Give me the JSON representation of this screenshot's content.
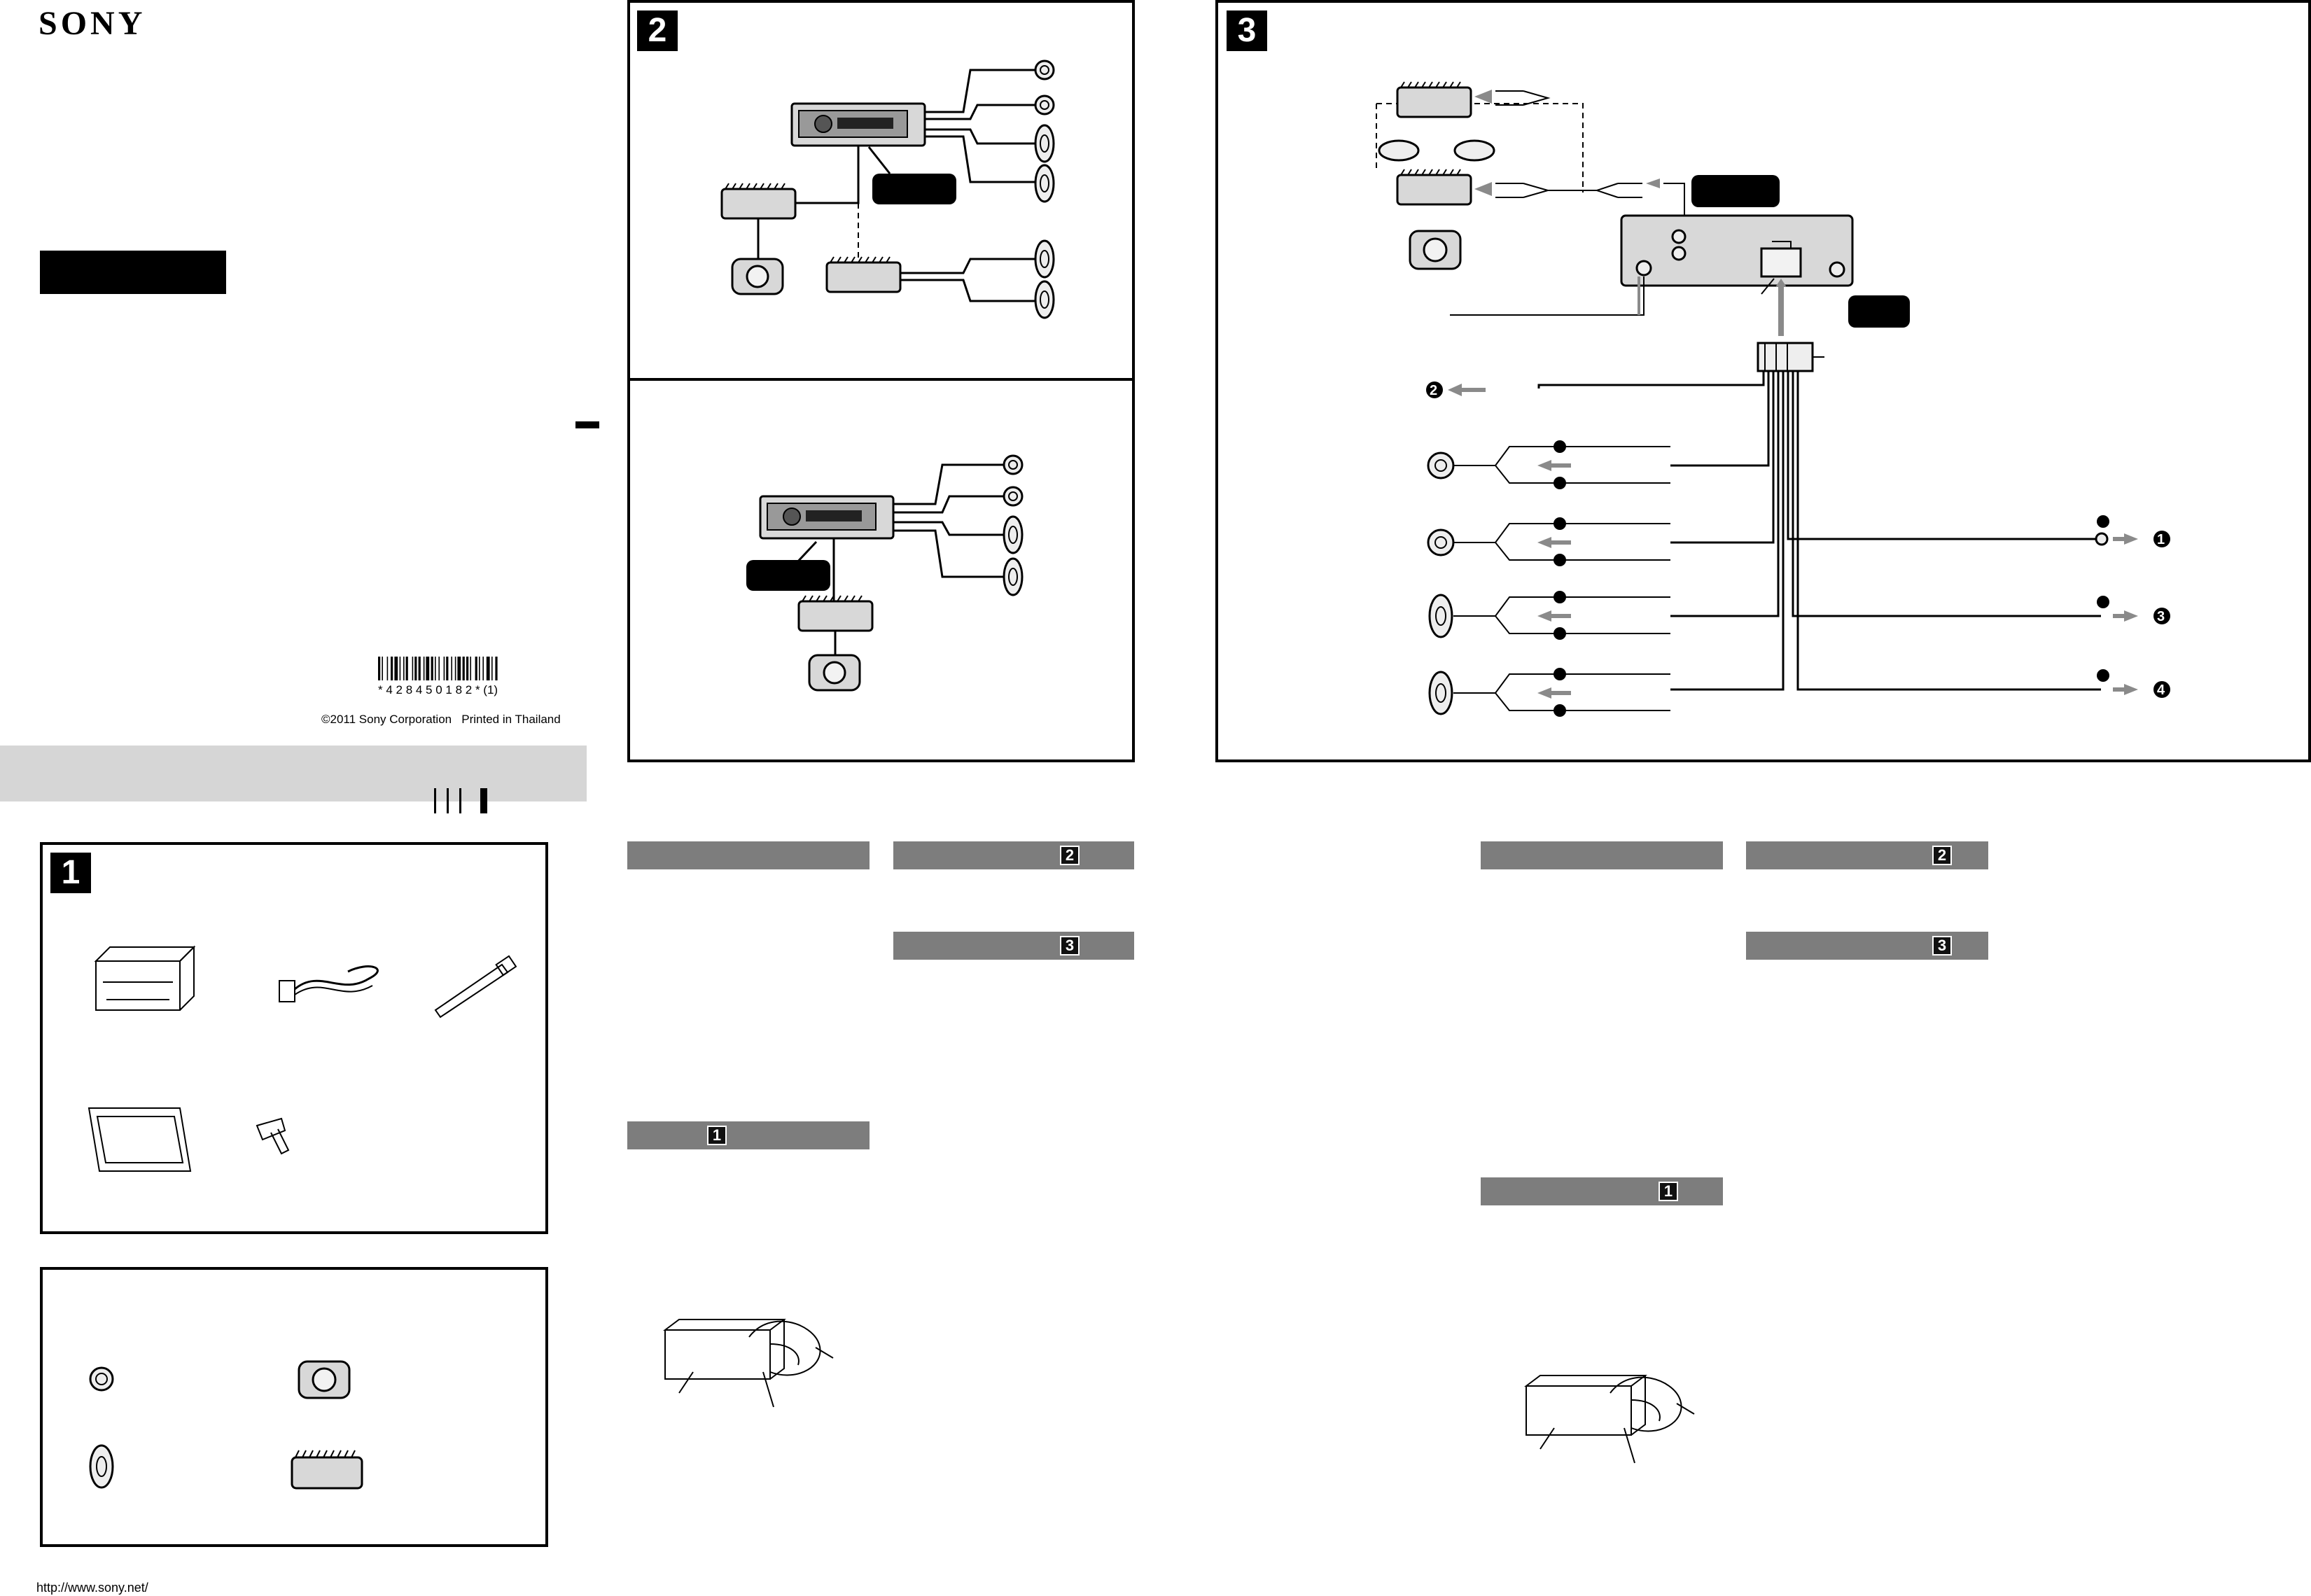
{
  "brand": {
    "logo": "SONY"
  },
  "barcode": {
    "digits": "* 4 2 8 4 5 0 1 8 2 * (1)"
  },
  "copyright": "©2011 Sony Corporation   Printed in Thailand",
  "url": "http://www.sony.net/",
  "figures": {
    "fig1": "1",
    "fig2": "2",
    "fig3": "3"
  },
  "section_refs": {
    "col2_bar_a": "",
    "col2_bar_b": "2",
    "col2_bar_c": "3",
    "col2_bar_d": "1",
    "col4_bar_a": "",
    "col4_bar_b": "2",
    "col4_bar_c": "3",
    "col4_bar_d": "1"
  },
  "terminal_numbers": {
    "n1": "1",
    "n2": "2",
    "n3": "3",
    "n4": "4"
  },
  "polarity": {
    "plus": "+",
    "minus": "−"
  },
  "colors": {
    "bar_gray": "#7d7d7d",
    "strip_gray": "#d6d6d6",
    "arrow_gray": "#8a8a8a"
  }
}
